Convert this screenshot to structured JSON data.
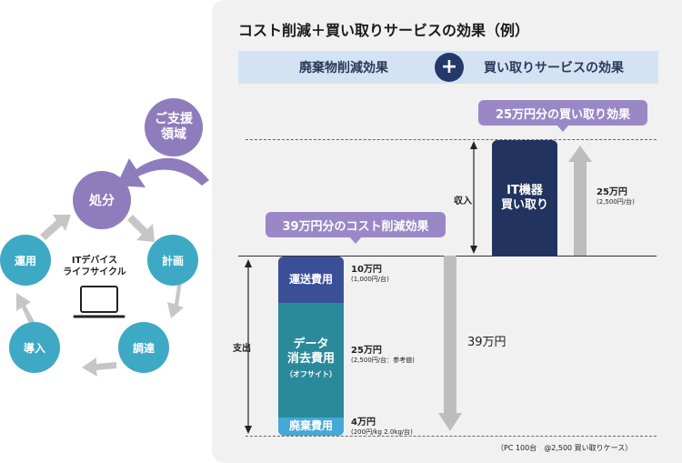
{
  "lifecycle": {
    "support_label": [
      "ご支援",
      "領域"
    ],
    "nodes": {
      "disposal": "処分",
      "plan": "計画",
      "procure": "調達",
      "introduce": "導入",
      "operate": "運用"
    },
    "center_label": [
      "ITデバイス",
      "ライフサイクル"
    ],
    "icons": [
      "laptop-icon"
    ]
  },
  "panel": {
    "title": "コスト削減＋買い取りサービスの効果（例）",
    "band_left": "廃棄物削減効果",
    "band_plus": "+",
    "band_right": "買い取りサービスの効果",
    "bubble_buyback": "25万円分の買い取り効果",
    "bubble_cost": "39万円分のコスト削減効果",
    "income_label": "収入",
    "expense_label": "支出",
    "footnote": "（PC 100台　@2,500 買い取りケース）"
  },
  "chart_data": {
    "type": "bar",
    "income": [
      {
        "name": "IT機器買い取り",
        "lines": [
          "IT機器",
          "買い取り"
        ],
        "value": 25,
        "value_label": "25万円",
        "note": "(2,500円/台)"
      }
    ],
    "expense": [
      {
        "name": "運送費用",
        "lines": [
          "運送費用"
        ],
        "sub": "",
        "value": 10,
        "value_label": "10万円",
        "note": "(1,000円/台)"
      },
      {
        "name": "データ消去費用",
        "lines": [
          "データ",
          "消去費用"
        ],
        "sub": "（オフサイト）",
        "value": 25,
        "value_label": "25万円",
        "note": "(2,500円/台：参考値)"
      },
      {
        "name": "廃棄費用",
        "lines": [
          "廃棄費用"
        ],
        "sub": "",
        "value": 4,
        "value_label": "4万円",
        "note": "(200円/kg 2.0kg/台)"
      }
    ],
    "expense_total_label": "39万円",
    "colors": {
      "transport": "#3b4f99",
      "erase": "#2a8a9b",
      "waste": "#46a8d6",
      "buyback": "#223360",
      "arrow": "#bdbdbd"
    }
  }
}
